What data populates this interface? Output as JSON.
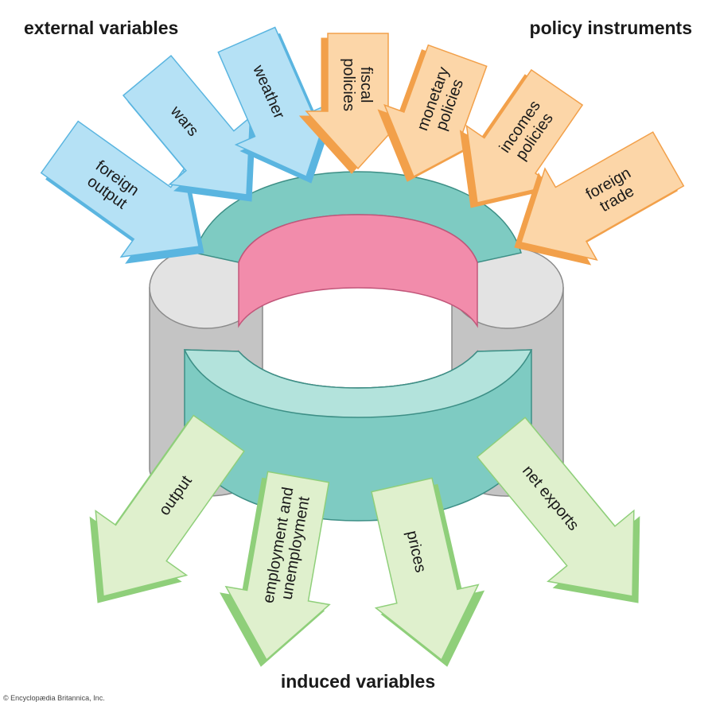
{
  "headings": {
    "external": "external variables",
    "policy": "policy instruments",
    "induced": "induced variables"
  },
  "credit": "© Encyclopædia Britannica, Inc.",
  "colors": {
    "external_fill": "#b5e1f5",
    "external_side": "#5ab5e0",
    "policy_fill": "#fcd6a8",
    "policy_side": "#f2a04a",
    "induced_fill": "#dff0cd",
    "induced_side": "#8fcf7a",
    "ring_fill": "#7ecbc2",
    "ring_edge": "#3d8f86",
    "inner_fill": "#f28cab",
    "pillar_fill": "#c4c4c4",
    "pillar_top": "#e3e3e3"
  },
  "arrows": {
    "external": [
      {
        "label": [
          "foreign",
          "output"
        ]
      },
      {
        "label": [
          "wars"
        ]
      },
      {
        "label": [
          "weather"
        ]
      }
    ],
    "policy": [
      {
        "label": [
          "fiscal",
          "policies"
        ]
      },
      {
        "label": [
          "monetary",
          "policies"
        ]
      },
      {
        "label": [
          "incomes",
          "policies"
        ]
      },
      {
        "label": [
          "foreign",
          "trade"
        ]
      }
    ],
    "induced": [
      {
        "label": [
          "output"
        ]
      },
      {
        "label": [
          "employment and",
          "unemployment"
        ]
      },
      {
        "label": [
          "prices"
        ]
      },
      {
        "label": [
          "net exports"
        ]
      }
    ]
  }
}
